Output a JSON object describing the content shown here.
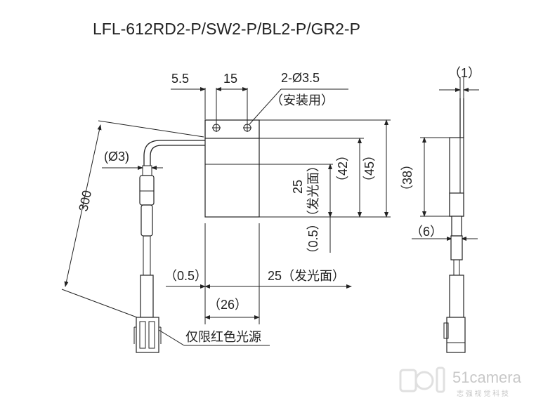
{
  "title": "LFL-612RD2-P/SW2-P/BL2-P/GR2-P",
  "dimensions": {
    "d_5_5": "5.5",
    "d_15": "15",
    "mount_holes": "2-Ø3.5",
    "mount_note": "（安装用）",
    "cable_dia": "(Ø3)",
    "cable_len": "300",
    "d_25_vert": "25",
    "d_25_vert_note": "（发光面）",
    "d_42": "（42）",
    "d_45": "（45）",
    "d_0_5_vert": "（0.5）",
    "d_0_5_horiz": "（0.5）",
    "d_25_horiz": "25（发光面）",
    "d_26": "（26）",
    "side_thickness": "（1）",
    "side_38": "（38）",
    "side_6": "（6）"
  },
  "labels": {
    "light_source": "仅限红色光源"
  },
  "watermark": {
    "brand": "51camera",
    "tagline": "志 强 视 觉 科 技"
  }
}
